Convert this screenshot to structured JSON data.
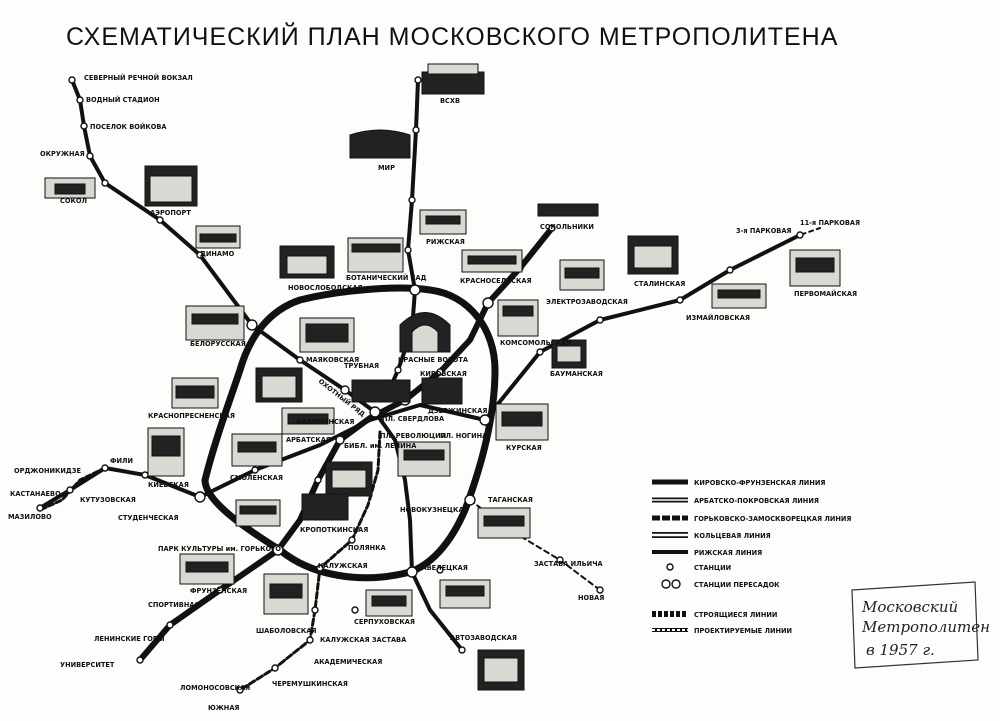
{
  "title": "СХЕМАТИЧЕСКИЙ ПЛАН МОСКОВСКОГО МЕТРОПОЛИТЕНА",
  "colors": {
    "ink": "#111111",
    "paper": "#fdfdfb"
  },
  "stations": {
    "severny_rechnoy": "СЕВЕРНЫЙ РЕЧНОЙ ВОКЗАЛ",
    "vodny_stadion": "ВОДНЫЙ СТАДИОН",
    "poselok_voykova": "ПОСЕЛОК ВОЙКОВА",
    "okruzhnaya": "ОКРУЖНАЯ",
    "sokol": "СОКОЛ",
    "aeroport": "АЭРОПОРТ",
    "dinamo": "ДИНАМО",
    "belorusskaya": "БЕЛОРУССКАЯ",
    "novoslobodskaya": "НОВОСЛОБОДСКАЯ",
    "mayakovskaya": "МАЯКОВСКАЯ",
    "krasnopresnenskaya": "КРАСНОПРЕСНЕНСКАЯ",
    "okhotny_ryad": "ОХОТНЫЙ РЯД",
    "kalininskaya": "КАЛИНИНСКАЯ",
    "arbatskaya": "АРБАТСКАЯ",
    "bibl_lenina": "БИБЛ. им. ЛЕНИНА",
    "kievskaya": "КИЕВСКАЯ",
    "smolenskaya": "СМОЛЕНСКАЯ",
    "kropotkinskaya": "КРОПОТКИНСКАЯ",
    "fili": "ФИЛИ",
    "ordzhonikidze": "ОРДЖОНИКИДЗЕ",
    "kastanaevo": "КАСТАНАЕВО",
    "kutuzovskaya": "КУТУЗОВСКАЯ",
    "mazilovo": "МАЗИЛОВО",
    "studencheskaya": "СТУДЕНЧЕСКАЯ",
    "park_kultury": "ПАРК КУЛЬТУРЫ им. ГОРЬКОГО",
    "frunzenskaya": "ФРУНЗЕНСКАЯ",
    "sportivnaya": "СПОРТИВНАЯ",
    "leninskie_gory": "ЛЕНИНСКИЕ ГОРЫ",
    "universitet": "УНИВЕРСИТЕТ",
    "vdnkh": "ВСХВ",
    "mir": "МИР",
    "rizhskaya": "РИЖСКАЯ",
    "botanichesky_sad": "БОТАНИЧЕСКИЙ САД",
    "sokolniki": "СОКОЛЬНИКИ",
    "krasnoselskaya": "КРАСНОСЕЛЬСКАЯ",
    "krasnye_vorota": "КРАСНЫЕ ВОРОТА",
    "komsomolskaya": "КОМСОМОЛЬСКАЯ",
    "elektrozavodskaya": "ЭЛЕКТРОЗАВОДСКАЯ",
    "baumanskaya": "БАУМАНСКАЯ",
    "stalinskaya": "СТАЛИНСКАЯ",
    "izmaylovskaya": "ИЗМАЙЛОВСКАЯ",
    "pervomayskaya": "ПЕРВОМАЙСКАЯ",
    "tretya_parkovaya": "3-я ПАРКОВАЯ",
    "odinnadtsataya_parkovaya": "11-я ПАРКОВАЯ",
    "trubnaya": "ТРУБНАЯ",
    "kirovskaya": "КИРОВСКАЯ",
    "dzerzhinskaya": "ДЗЕРЖИНСКАЯ",
    "sverdlova": "ПЛ. СВЕРДЛОВА",
    "revolyutsii": "ПЛ. РЕВОЛЮЦИИ",
    "nogina": "ПЛ. НОГИНА",
    "kurskaya": "КУРСКАЯ",
    "taganskaya": "ТАГАНСКАЯ",
    "zastava_ilyicha": "ЗАСТАВА ИЛЬИЧА",
    "novaya": "НОВАЯ",
    "novokuznetskaya": "НОВОКУЗНЕЦКАЯ",
    "polyanka": "ПОЛЯНКА",
    "kaluzhskaya": "КАЛУЖСКАЯ",
    "paveletskaya": "ПАВЕЛЕЦКАЯ",
    "serpukhovskaya": "СЕРПУХОВСКАЯ",
    "avtozavodskaya": "АВТОЗАВОДСКАЯ",
    "shabolovskaya": "ШАБОЛОВСКАЯ",
    "kaluzhskaya_zastava": "КАЛУЖСКАЯ ЗАСТАВА",
    "akademicheskaya": "АКАДЕМИЧЕСКАЯ",
    "lomonosovskaya": "ЛОМОНОСОВСКАЯ",
    "cheremushkinskaya": "ЧЕРЕМУШКИНСКАЯ",
    "yuzhnaya": "ЮЖНАЯ"
  },
  "legend": {
    "kirovsko": "КИРОВСКО-ФРУНЗЕНСКАЯ ЛИНИЯ",
    "arbatsko": "АРБАТСКО-ПОКРОВСКАЯ ЛИНИЯ",
    "gorkovsko": "ГОРЬКОВСКО-ЗАМОСКВОРЕЦКАЯ ЛИНИЯ",
    "koltsevaya": "КОЛЬЦЕВАЯ ЛИНИЯ",
    "rizhskaya": "РИЖСКАЯ ЛИНИЯ",
    "stantsii": "СТАНЦИИ",
    "peresadki": "СТАНЦИИ ПЕРЕСАДОК",
    "stroyashchiesya": "СТРОЯЩИЕСЯ ЛИНИИ",
    "proektiruemye": "ПРОЕКТИРУЕМЫЕ ЛИНИИ"
  },
  "handwritten": {
    "line1": "Московский",
    "line2": "Метрополитен",
    "line3": "в 1957 г."
  }
}
